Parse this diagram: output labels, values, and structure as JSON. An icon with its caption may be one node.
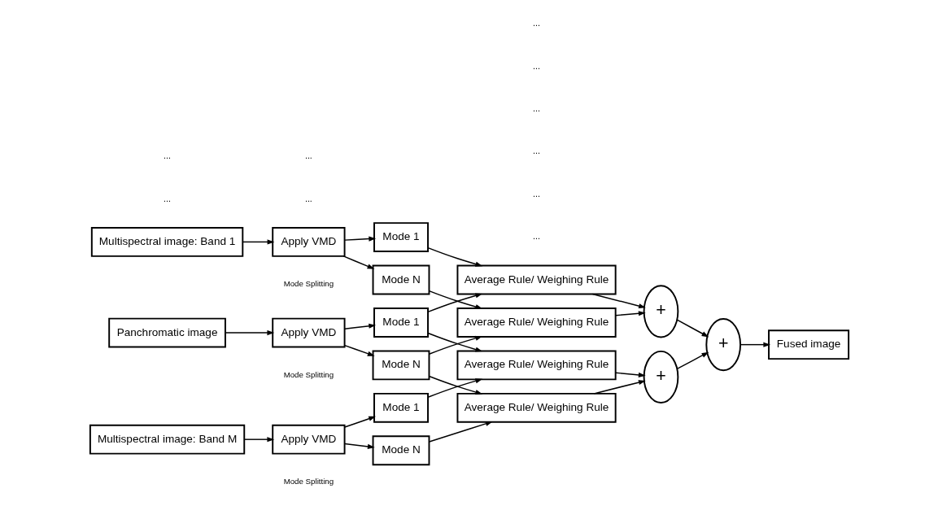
{
  "diagram": {
    "nodes": [
      {
        "text": [
          "Multispectral image: Band 1"
        ]
      },
      {
        "text": [
          "Apply VMD"
        ],
        "beside": [
          "Mode Splitting"
        ]
      },
      {
        "text": [
          "Mode 1"
        ]
      },
      {
        "text": [
          "Mode N"
        ]
      },
      {
        "text": [
          "Multispectral image: Band M"
        ]
      },
      {
        "text": [
          "Apply VMD"
        ],
        "beside": [
          "Mode Splitting"
        ]
      },
      {
        "text": [
          "Mode 1"
        ]
      },
      {
        "text": [
          "Mode N"
        ]
      },
      {
        "text": [
          "Panchromatic image"
        ]
      },
      {
        "text": [
          "Apply VMD"
        ],
        "beside": [
          "Mode Splitting"
        ]
      },
      {
        "text": [
          "Mode 1"
        ]
      },
      {
        "text": [
          "Mode N"
        ]
      },
      {
        "text": [
          "Average Rule/ Weighing Rule"
        ]
      },
      {
        "text": [
          "Average Rule/ Weighing Rule"
        ]
      },
      {
        "text": [
          "Average Rule/ Weighing Rule"
        ]
      },
      {
        "text": [
          "Average Rule/ Weighing Rule"
        ]
      },
      {
        "text": [
          "+"
        ]
      },
      {
        "text": [
          "+"
        ]
      },
      {
        "text": [
          "+"
        ]
      },
      {
        "text": [
          "Fused image"
        ]
      }
    ],
    "edges": [
      {
        "from": 0,
        "to": 1,
        "arrow": "to"
      },
      {
        "from": 1,
        "to": 2,
        "arrow": "to"
      },
      {
        "from": 1,
        "to": 3,
        "arrow": "to"
      },
      {
        "from": 4,
        "to": 5,
        "arrow": "to"
      },
      {
        "from": 5,
        "to": 6,
        "arrow": "to"
      },
      {
        "from": 5,
        "to": 7,
        "arrow": "to"
      },
      {
        "from": 8,
        "to": 9,
        "arrow": "to"
      },
      {
        "from": 9,
        "to": 10,
        "arrow": "to"
      },
      {
        "from": 9,
        "to": 11,
        "arrow": "to"
      },
      {
        "from": 2,
        "to": 12,
        "arrow": "to"
      },
      {
        "from": 10,
        "to": 12,
        "arrow": "to"
      },
      {
        "from": 3,
        "to": 13,
        "arrow": "to"
      },
      {
        "from": 11,
        "to": 13,
        "arrow": "to"
      },
      {
        "from": 6,
        "to": 14,
        "arrow": "to"
      },
      {
        "from": 10,
        "to": 14,
        "arrow": "to"
      },
      {
        "from": 7,
        "to": 15,
        "arrow": "to"
      },
      {
        "from": 11,
        "to": 15,
        "arrow": "to"
      },
      {
        "from": 12,
        "to": 16,
        "arrow": "to"
      },
      {
        "from": 13,
        "to": 16,
        "arrow": "to"
      },
      {
        "from": 14,
        "to": 18,
        "arrow": "to"
      },
      {
        "from": 15,
        "to": 18,
        "arrow": "to"
      },
      {
        "from": 16,
        "to": 17,
        "arrow": "to"
      },
      {
        "from": 18,
        "to": 17,
        "arrow": "to"
      },
      {
        "from": 17,
        "to": 19,
        "arrow": "to"
      }
    ],
    "labels": [
      "...",
      "...",
      "...",
      "...",
      "...",
      "...",
      "...",
      "...",
      "...",
      "..."
    ]
  }
}
